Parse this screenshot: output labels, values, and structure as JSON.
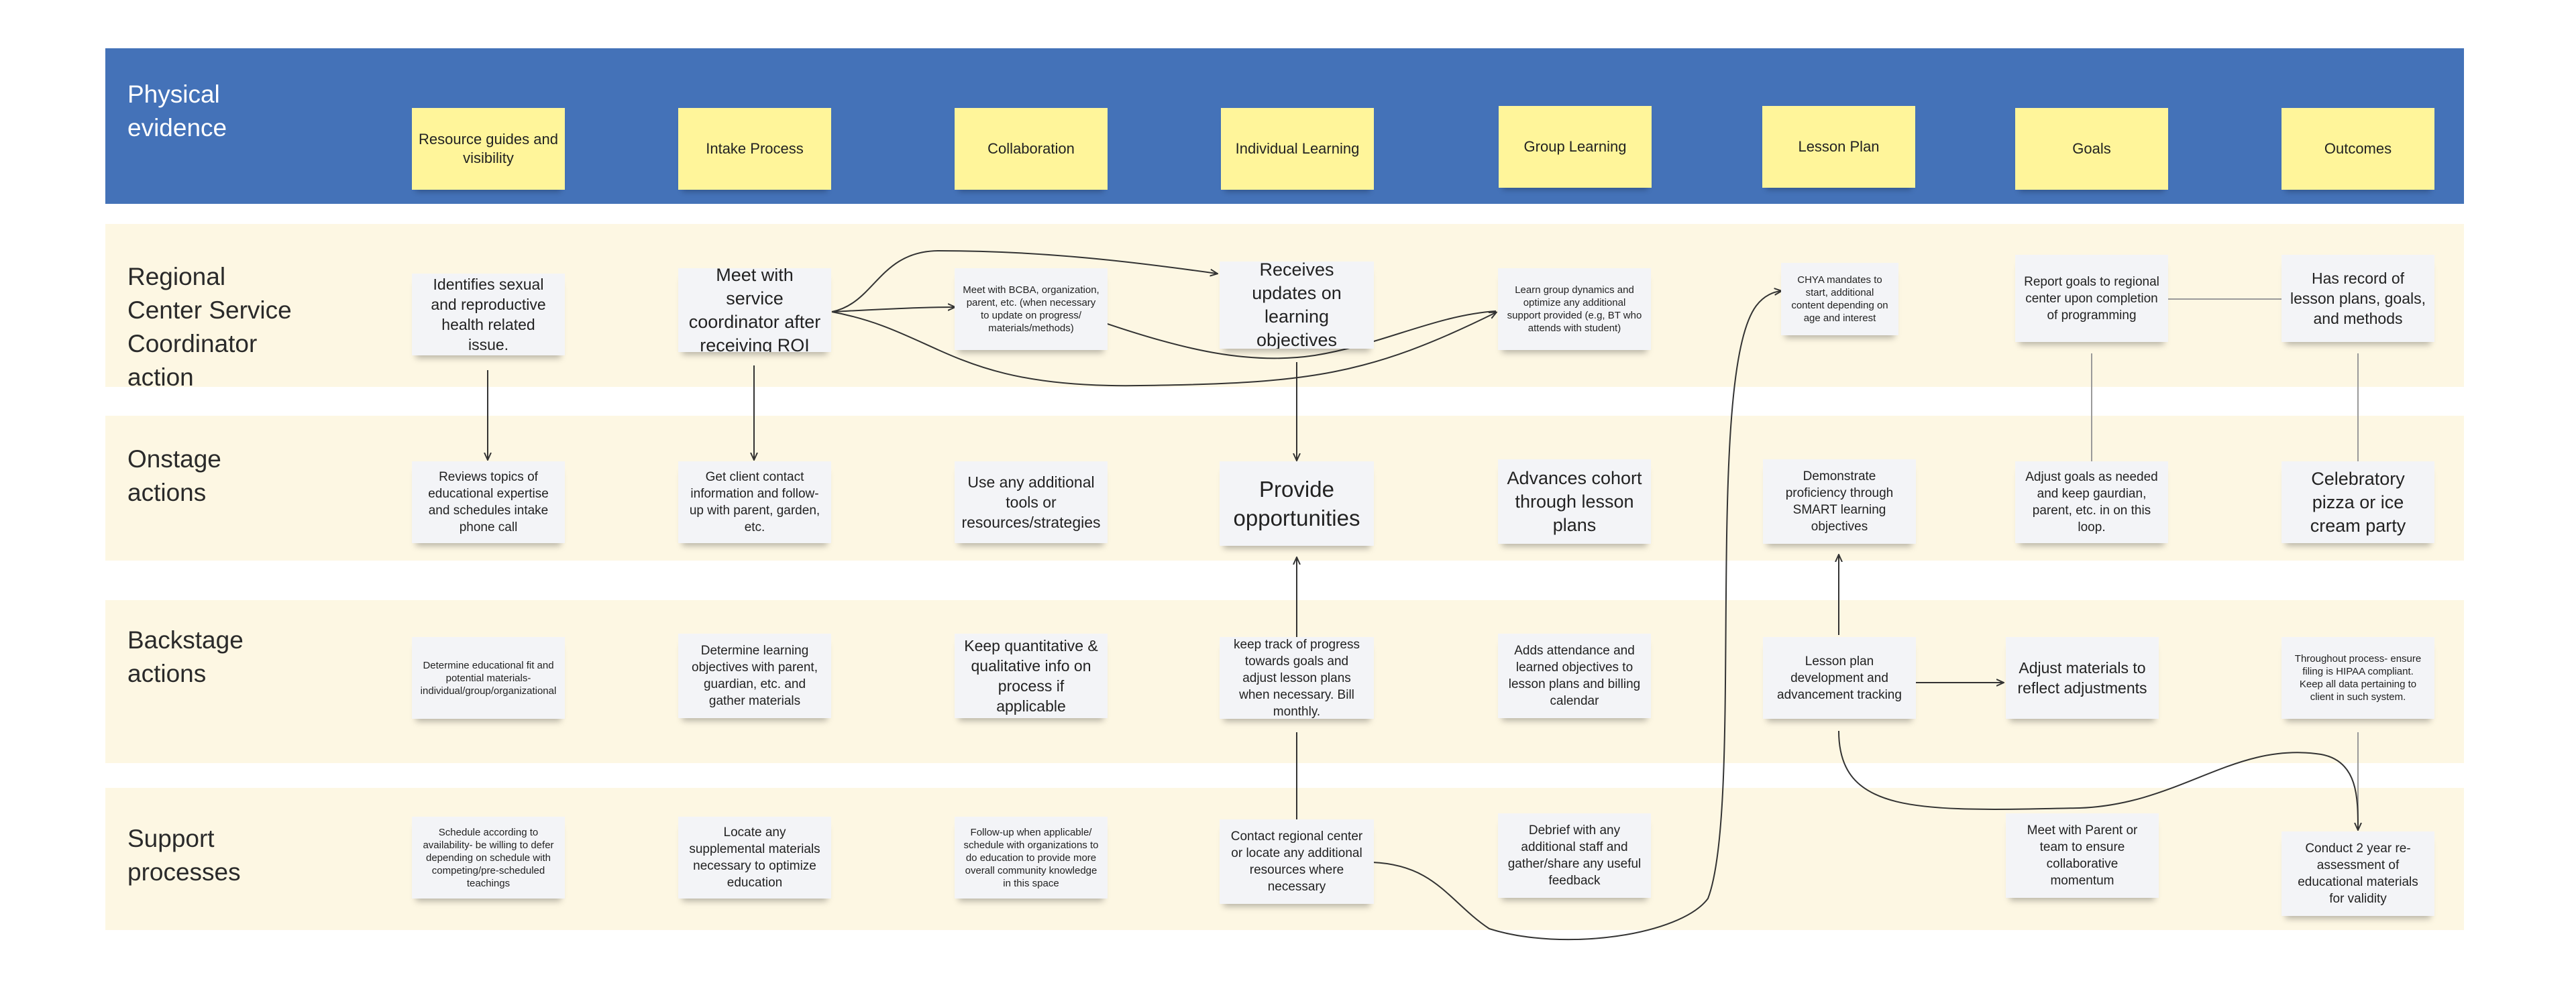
{
  "rows": {
    "physical_evidence": "Physical\nevidence",
    "coordinator": "Regional\nCenter Service\nCoordinator\naction",
    "onstage": "Onstage\nactions",
    "backstage": "Backstage\nactions",
    "support": "Support\nprocesses"
  },
  "stickies": [
    "Resource guides and visibility",
    "Intake Process",
    "Collaboration",
    "Individual Learning",
    "Group Learning",
    "Lesson Plan",
    "Goals",
    "Outcomes"
  ],
  "coordinator_cards": [
    "Identifies sexual and reproductive health related issue.",
    "Meet with service coordinator after receiving ROI",
    "Meet with BCBA, organization, parent, etc. (when necessary to update on progress/ materials/methods)",
    "Receives updates on learning objectives",
    "Learn group dynamics and optimize any additional support provided (e.g, BT who attends with student)",
    "CHYA mandates to start, additional content depending on age and interest",
    "Report goals to regional center upon completion of programming",
    "Has record of lesson plans, goals, and methods"
  ],
  "onstage_cards": [
    "Reviews topics of educational expertise and schedules intake phone call",
    "Get client contact information and follow-up with parent, garden, etc.",
    "Use any additional tools or resources/strategies",
    "Provide opportunities",
    "Advances cohort through lesson plans",
    "Demonstrate proficiency through SMART learning objectives",
    "Adjust goals as needed and keep gaurdian, parent, etc. in on this loop.",
    "Celebratory pizza or ice cream party"
  ],
  "backstage_cards": [
    "Determine educational fit and potential materials-individual/group/organizational",
    "Determine learning objectives with parent, guardian, etc. and gather materials",
    "Keep quantitative & qualitative info on process if applicable",
    "keep track of progress towards goals and adjust lesson plans when necessary. Bill monthly.",
    "Adds attendance and learned objectives to lesson plans and billing calendar",
    "Lesson plan development and advancement tracking",
    "Adjust materials to reflect adjustments",
    "Throughout process- ensure filing is HIPAA compliant. Keep all data pertaining to client in such system."
  ],
  "support_cards": [
    "Schedule according to availability- be willing to defer depending on schedule with competing/pre-scheduled teachings",
    "Locate any supplemental materials necessary to optimize education",
    "Follow-up when applicable/ schedule with organizations to do education to provide more overall community knowledge in this space",
    "Contact regional center or locate any additional resources where necessary",
    "Debrief with any additional staff and gather/share any useful feedback",
    "Meet with Parent or team to ensure collaborative momentum",
    "Conduct 2 year re-assessment of educational materials for validity"
  ],
  "colors": {
    "header_band": "#4472b8",
    "row_band": "#fdf7e3",
    "sticky": "#fff59a",
    "card": "#f3f4f7"
  }
}
